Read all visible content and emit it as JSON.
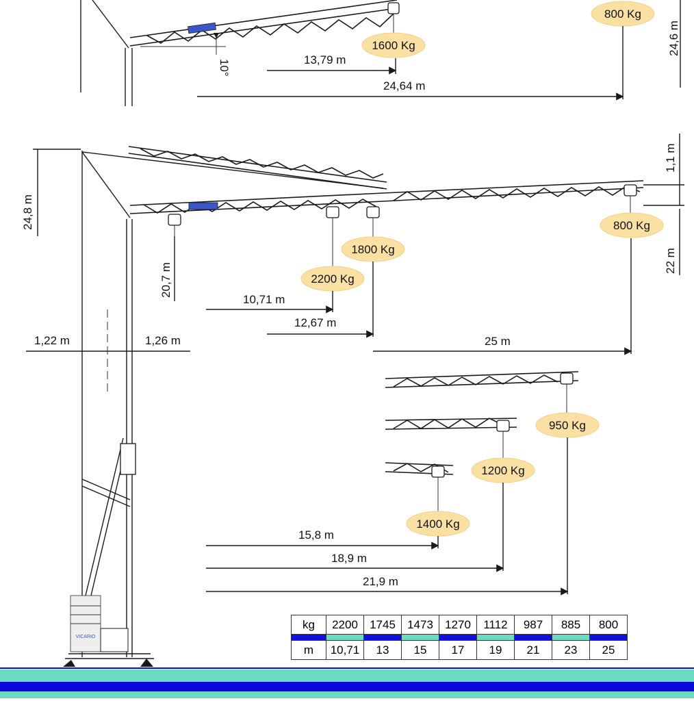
{
  "diagram": {
    "top_config": {
      "dims": [
        "13,79 m",
        "24,64 m",
        "24,6 m"
      ],
      "angle": "10°",
      "loads": [
        "1600 Kg",
        "800 Kg"
      ]
    },
    "main_config": {
      "dims": {
        "tower_height": "24,8 m",
        "hook_height": "20,7 m",
        "offset_jib": "1,1 m",
        "under_hook": "22 m",
        "base_left": "1,22 m",
        "base_right": "1,26 m",
        "r1": "10,71 m",
        "r2": "12,67 m",
        "r3": "25 m"
      },
      "loads": [
        "2200 Kg",
        "1800 Kg",
        "800 Kg"
      ]
    },
    "short_jibs": {
      "dims": [
        "15,8 m",
        "18,9 m",
        "21,9 m"
      ],
      "loads": [
        "1400 Kg",
        "1200 Kg",
        "950 Kg"
      ]
    },
    "brand_label": "VICARIO",
    "colors": {
      "lozenge": "#fbe0a3",
      "table_blue": "#1010e0",
      "table_teal": "#6bdcc2",
      "ground_teal": "#6bdcc2",
      "ground_blue": "#0a0ad8"
    }
  },
  "load_table": {
    "kg_label": "kg",
    "m_label": "m",
    "kg": [
      "2200",
      "1745",
      "1473",
      "1270",
      "1112",
      "987",
      "885",
      "800"
    ],
    "m": [
      "10,71",
      "13",
      "15",
      "17",
      "19",
      "21",
      "23",
      "25"
    ]
  }
}
